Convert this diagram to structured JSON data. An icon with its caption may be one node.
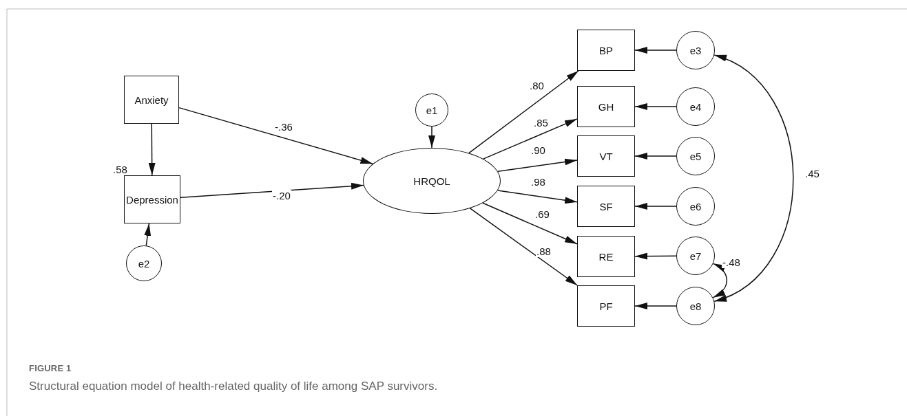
{
  "diagram": {
    "title": "FIGURE 1",
    "caption": "Structural equation model of health-related quality of life among SAP survivors.",
    "nodes": [
      {
        "text": [
          "Anxiety"
        ]
      },
      {
        "text": [
          "Depression"
        ]
      },
      {
        "text": [
          "e2"
        ]
      },
      {
        "text": [
          "e1"
        ]
      },
      {
        "text": [
          "HRQOL"
        ]
      },
      {
        "text": [
          "BP"
        ]
      },
      {
        "text": [
          "e3"
        ]
      },
      {
        "text": [
          "GH"
        ]
      },
      {
        "text": [
          "e4"
        ]
      },
      {
        "text": [
          "VT"
        ]
      },
      {
        "text": [
          "e5"
        ]
      },
      {
        "text": [
          "SF"
        ]
      },
      {
        "text": [
          "e6"
        ]
      },
      {
        "text": [
          "RE"
        ]
      },
      {
        "text": [
          "e7"
        ]
      },
      {
        "text": [
          "PF"
        ]
      },
      {
        "text": [
          "e8"
        ]
      }
    ],
    "edges": [
      {
        "from": 0,
        "to": 4,
        "arrow": "to",
        "label": "-.36"
      },
      {
        "from": 1,
        "to": 4,
        "arrow": "to",
        "label": "-.20"
      },
      {
        "from": 0,
        "to": 1,
        "arrow": "to",
        "label": ".58"
      },
      {
        "from": 2,
        "to": 1,
        "arrow": "to"
      },
      {
        "from": 3,
        "to": 4,
        "arrow": "to"
      },
      {
        "from": 4,
        "to": 5,
        "arrow": "to",
        "label": ".80"
      },
      {
        "from": 4,
        "to": 7,
        "arrow": "to",
        "label": ".85"
      },
      {
        "from": 4,
        "to": 9,
        "arrow": "to",
        "label": ".90"
      },
      {
        "from": 4,
        "to": 11,
        "arrow": "to",
        "label": ".98"
      },
      {
        "from": 4,
        "to": 13,
        "arrow": "to",
        "label": ".69"
      },
      {
        "from": 4,
        "to": 15,
        "arrow": "to",
        "label": ".88"
      },
      {
        "from": 6,
        "to": 5,
        "arrow": "to"
      },
      {
        "from": 8,
        "to": 7,
        "arrow": "to"
      },
      {
        "from": 10,
        "to": 9,
        "arrow": "to"
      },
      {
        "from": 12,
        "to": 11,
        "arrow": "to"
      },
      {
        "from": 14,
        "to": 13,
        "arrow": "to"
      },
      {
        "from": 16,
        "to": 15,
        "arrow": "to"
      },
      {
        "from": 6,
        "to": 16,
        "arrow": "both",
        "label": ".45"
      },
      {
        "from": 14,
        "to": 16,
        "arrow": "both",
        "label": "-.48"
      }
    ]
  }
}
